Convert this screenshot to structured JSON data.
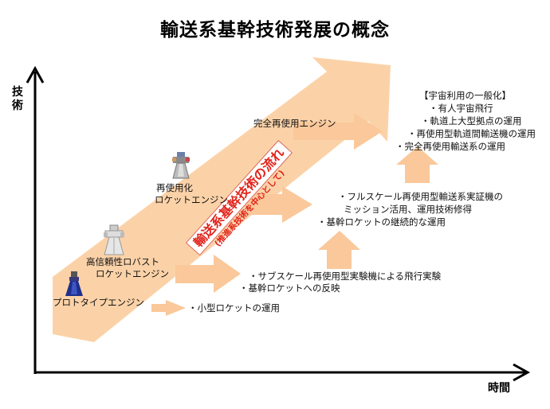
{
  "title": "輸送系基幹技術発展の概念",
  "axes": {
    "y_label": "技術",
    "x_label": "時間"
  },
  "band": {
    "main": "輸送系基幹技術の流れ",
    "sub": "(推進系技術を中心として)"
  },
  "engines": {
    "prototype": "プロトタイプエンジン",
    "booster_1": "高信頼性ロバスト",
    "booster_2": "ロケットエンジン",
    "reusable_1": "再使用化",
    "reusable_2": "ロケットエンジン",
    "full_reusable": "完全再使用エンジン"
  },
  "milestones": {
    "small_rocket": "・小型ロケットの運用",
    "subscale_1": "・サブスケール再使用型実験機による飛行実験",
    "subscale_2": "・基幹ロケットへの反映",
    "fullscale_1": "・フルスケール再使用型輸送系実証機の",
    "fullscale_2": "ミッション活用、運用技術修得",
    "fullscale_3": "・基幹ロケットの継続的な運用"
  },
  "space_use": {
    "heading": "【宇宙利用の一般化】",
    "items": [
      "・有人宇宙飛行",
      "・軌道上大型拠点の運用",
      "・再使用型軌道間輸送機の運用",
      "・完全再使用輸送系の運用"
    ]
  },
  "colors": {
    "band_fill": "#fbd2a8",
    "arrow_fill": "#fac89a",
    "band_text": "#e2231a",
    "axis": "#000000"
  }
}
